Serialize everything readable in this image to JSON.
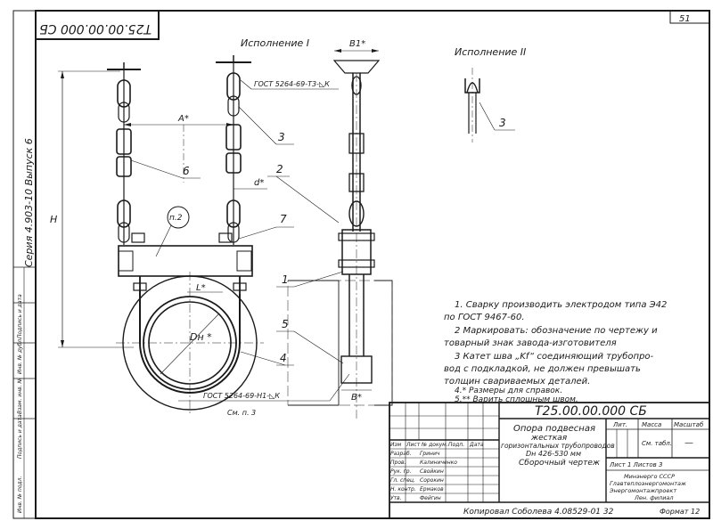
{
  "drawing": {
    "page_number": "51",
    "code_stamp": "Т25.00.00.000 СБ",
    "series_label": "Серия 4.903-10 Выпуск 6",
    "edge_labels": [
      "Инв. № подл.",
      "Подпись и дата",
      "Взам. инв. №",
      "Инв. № дубл.",
      "Подпись и дата"
    ]
  },
  "views": {
    "variant_1": "Исполнение I",
    "variant_2": "Исполнение II"
  },
  "dimensions": {
    "H": "H",
    "A": "A*",
    "B1": "B1*",
    "d": "d*",
    "L": "L*",
    "Dn": "Dн *",
    "B": "B*"
  },
  "callouts": {
    "c1": "1",
    "c2": "2",
    "c3": "3",
    "c3b": "3",
    "c4": "4",
    "c5": "5",
    "c6": "6",
    "c7": "7",
    "pos2": "п.2"
  },
  "standards": {
    "top": "ГОСТ 5264-69-Т3-◺К",
    "weld": "ГОСТ 5264-69-Н1-◺К",
    "weld_note": "См. п. 3"
  },
  "notes": {
    "n1a": "1. Сварку производить электродом типа Э42",
    "n1b": "по ГОСТ 9467-60.",
    "n2a": "2 Маркировать: обозначение по чертежу и",
    "n2b": "товарный знак завода-изготовителя",
    "n3a": "3 Катет шва „Kf“ соединяющий трубопро-",
    "n3b": "вод с подкладкой, не должен превышать",
    "n3c": "толщин свариваемых деталей.",
    "n4": "4.* Размеры для справок.",
    "n5": "5.** Варить сплошным швом."
  },
  "title_block": {
    "designation": "Т25.00.00.000 СБ",
    "title_l1": "Опора подвесная",
    "title_l2": "жесткая",
    "title_l3": "горизонтальных трубопроводов",
    "title_l4": "Dн 426-530 мм",
    "title_l5": "Сборочный чертеж",
    "col_lit": "Лит.",
    "col_mass": "Масса",
    "col_scale": "Масштаб",
    "mass_value": "См. табл.",
    "scale_value": "—",
    "sheet_info": "Лист 1   Листов 3",
    "org1": "Минэнерго СССР",
    "org2": "Главтеплоэнергомонтаж",
    "org3": "Энергомонтажпроект",
    "org4": "Лен. филиал",
    "header_row": [
      "Изм",
      "Лист",
      "№ докум.",
      "Подп.",
      "Дата"
    ],
    "roles": [
      {
        "role": "Разраб.",
        "name": "Гринич"
      },
      {
        "role": "Пров.",
        "name": "Калиниченко"
      },
      {
        "role": "Рук. гр.",
        "name": "Свойкин"
      },
      {
        "role": "Гл. спец.",
        "name": "Сорокин"
      },
      {
        "role": "Н. контр.",
        "name": "Ермаков"
      },
      {
        "role": "Утв.",
        "name": "Фейгин"
      }
    ],
    "bottom_line": "Копировал  Соболева   4.08529-01  32",
    "format": "Формат 12"
  }
}
